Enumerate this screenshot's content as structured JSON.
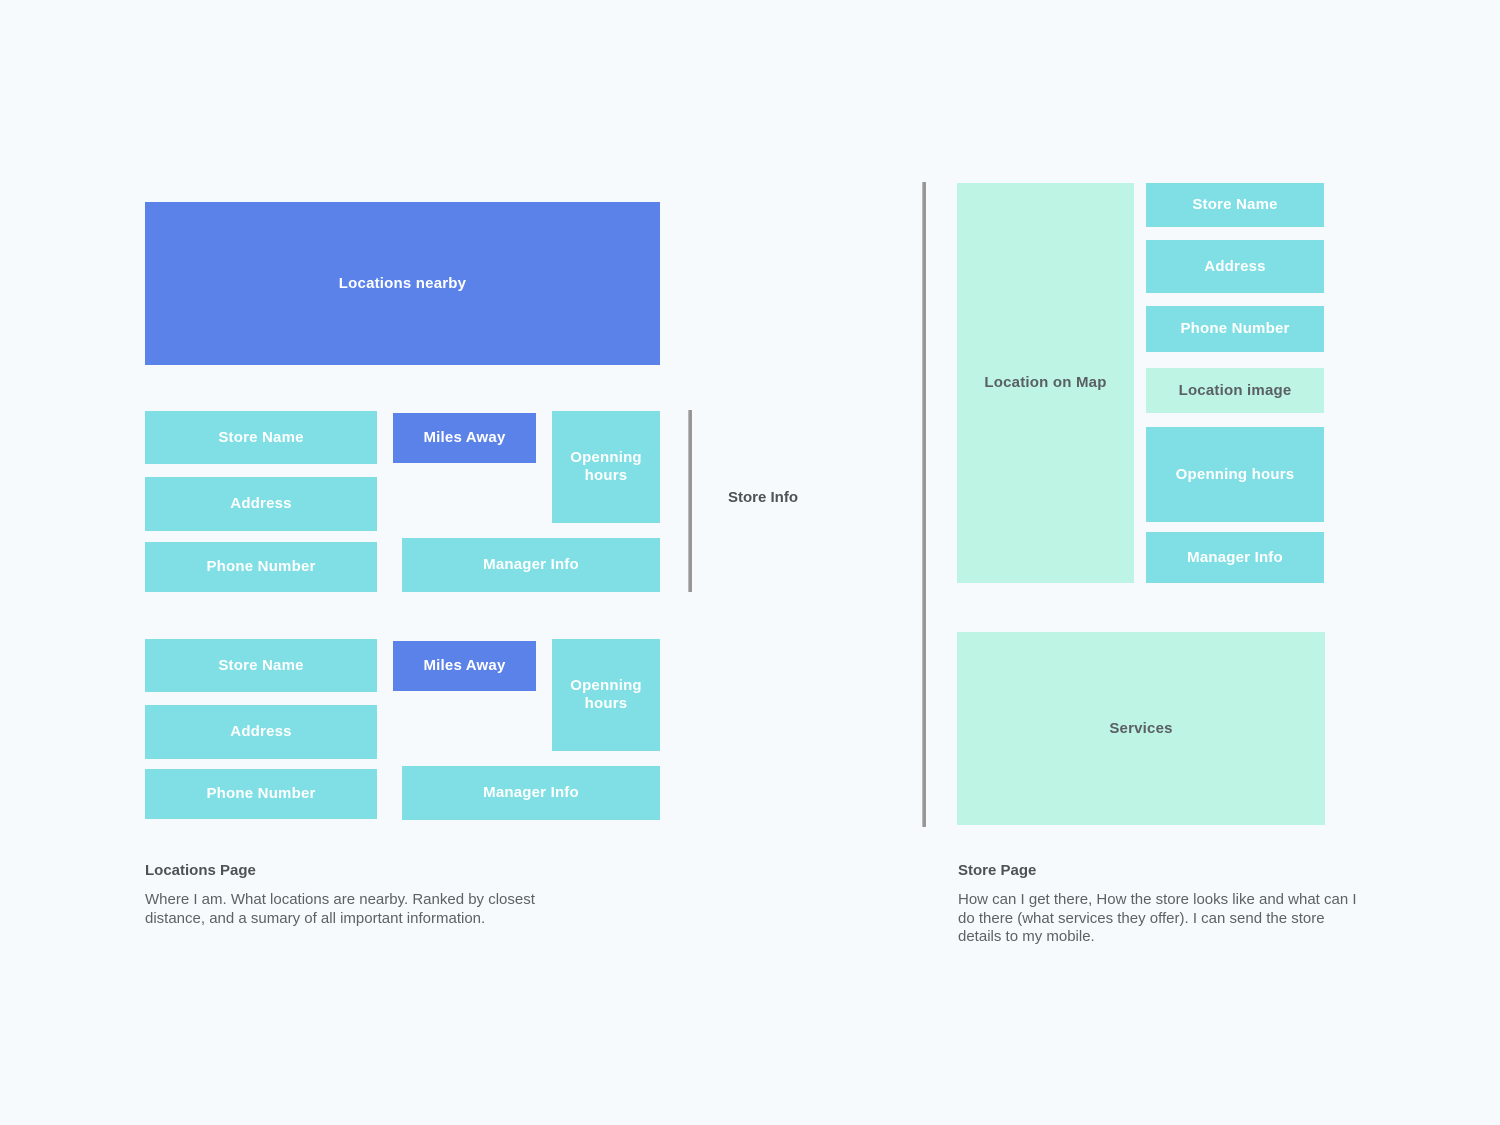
{
  "boxes": {
    "locations_nearby": "Locations nearby",
    "store_name": "Store Name",
    "address": "Address",
    "phone_number": "Phone Number",
    "miles_away": "Miles Away",
    "opening_hours": "Openning hours",
    "manager_info": "Manager Info",
    "store_info": "Store Info",
    "location_on_map": "Location on Map",
    "location_image": "Location image",
    "services": "Services"
  },
  "captions": {
    "locations": {
      "title": "Locations Page",
      "body": "Where I am. What locations are nearby. Ranked by closest distance, and a sumary of all important information."
    },
    "store": {
      "title": "Store Page",
      "body": "How can I get there, How the store looks like and what can I do there (what services they offer). I can send the store details to my mobile."
    }
  },
  "colors": {
    "background": "#f7fafd",
    "accent_blue": "#5b82e8",
    "teal": "#7fdfe4",
    "mint": "#bdf4e4",
    "divider_gray": "#9e9e9e",
    "label_light": "#ffffff",
    "label_dark": "#5a5f63"
  }
}
